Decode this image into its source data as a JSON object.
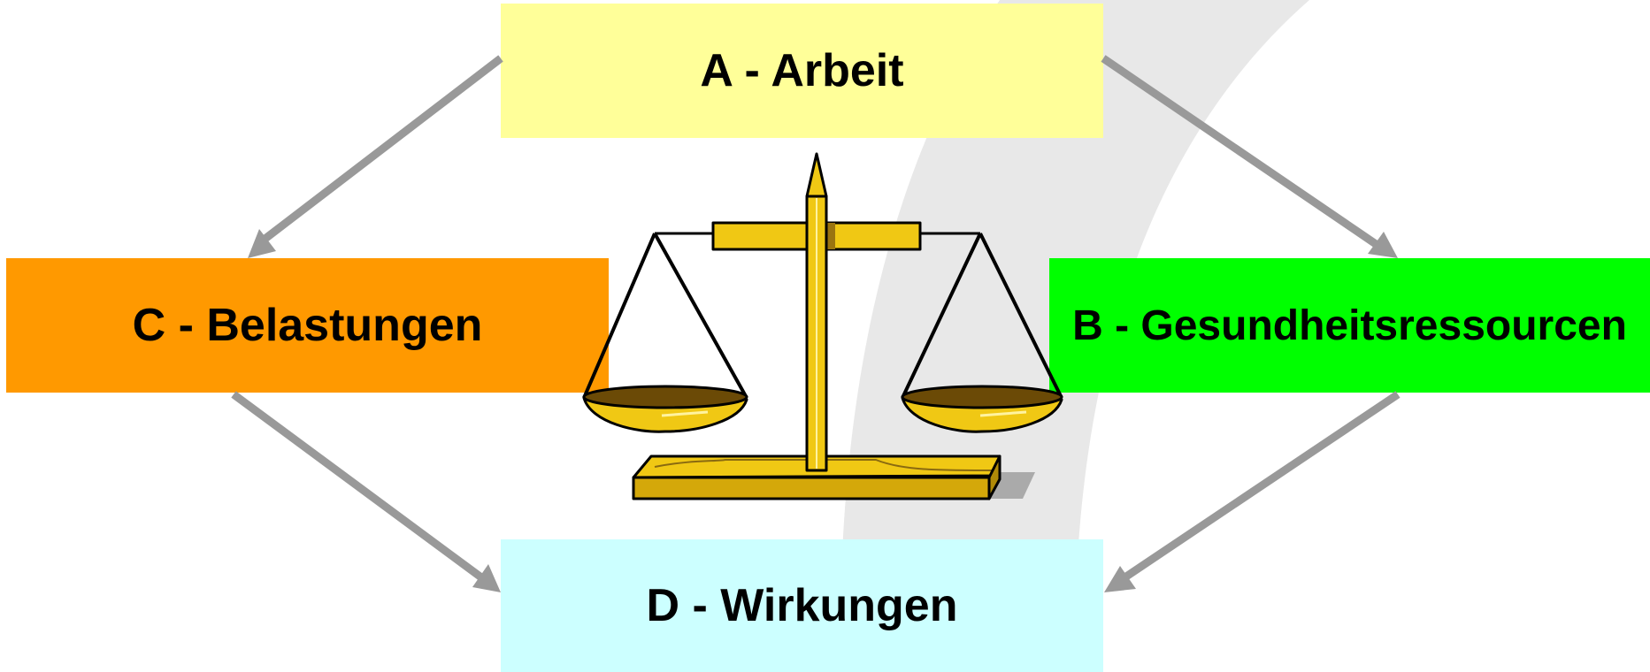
{
  "colors": {
    "box_a": "#ffff99",
    "box_b": "#00ff00",
    "box_c": "#ff9900",
    "box_d": "#ccffff",
    "arrow": "#999999",
    "background_arc": "#e8e8e8",
    "scale_gold": "#f0c814",
    "scale_dark": "#6b4a06"
  },
  "boxes": {
    "a": {
      "label": "A - Arbeit"
    },
    "b": {
      "label": "B - Gesundheitsressourcen"
    },
    "c": {
      "label": "C - Belastungen"
    },
    "d": {
      "label": "D - Wirkungen"
    }
  },
  "icons": {
    "center": "balance-scale-icon"
  }
}
